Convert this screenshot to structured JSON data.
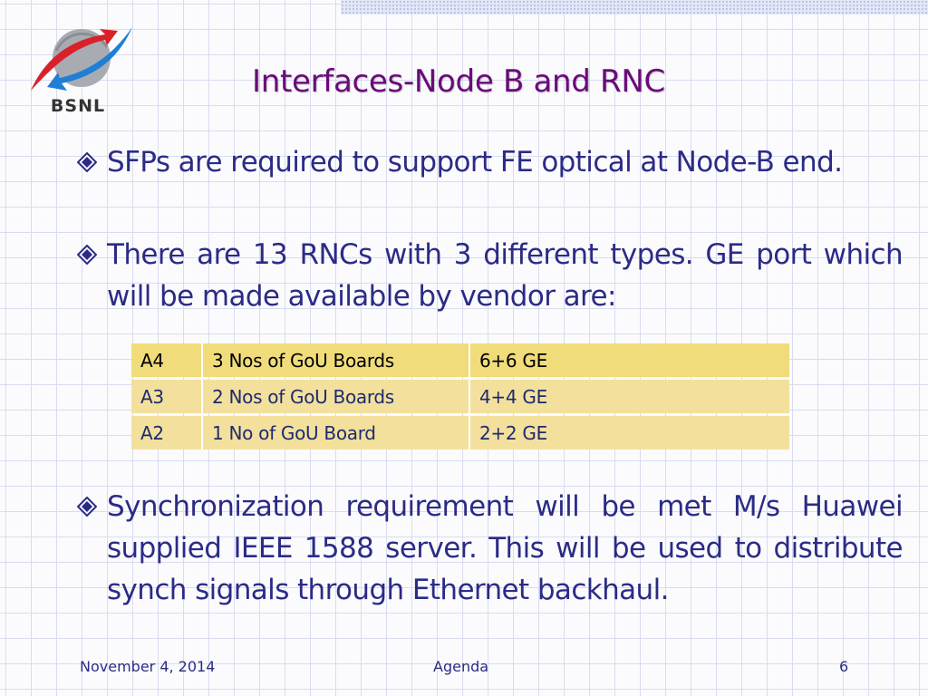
{
  "logo": {
    "brand_text": "BSNL"
  },
  "title": "Interfaces-Node B and RNC",
  "bullets": [
    "SFPs are required to support FE optical at Node-B end.",
    "There are  13 RNCs with 3 different types. GE port which will be made available by vendor are:",
    "Synchronization requirement will be met M/s Huawei supplied IEEE 1588 server. This will be used to distribute synch signals through Ethernet backhaul."
  ],
  "table": {
    "rows": [
      [
        "A4",
        "3 Nos of GoU Boards",
        "6+6 GE"
      ],
      [
        "A3",
        "2 Nos of GoU Boards",
        "4+4  GE"
      ],
      [
        "A2",
        "1 No of GoU Board",
        "2+2 GE"
      ]
    ]
  },
  "footer": {
    "date": "November 4, 2014",
    "center": "Agenda",
    "page": "6"
  },
  "colors": {
    "title": "#6a0a7a",
    "body_text": "#2b2b86",
    "table_header": "#f0dc7a",
    "table_row": "#f3e09c",
    "logo_red": "#d8222b",
    "logo_blue": "#1f7fd4"
  }
}
